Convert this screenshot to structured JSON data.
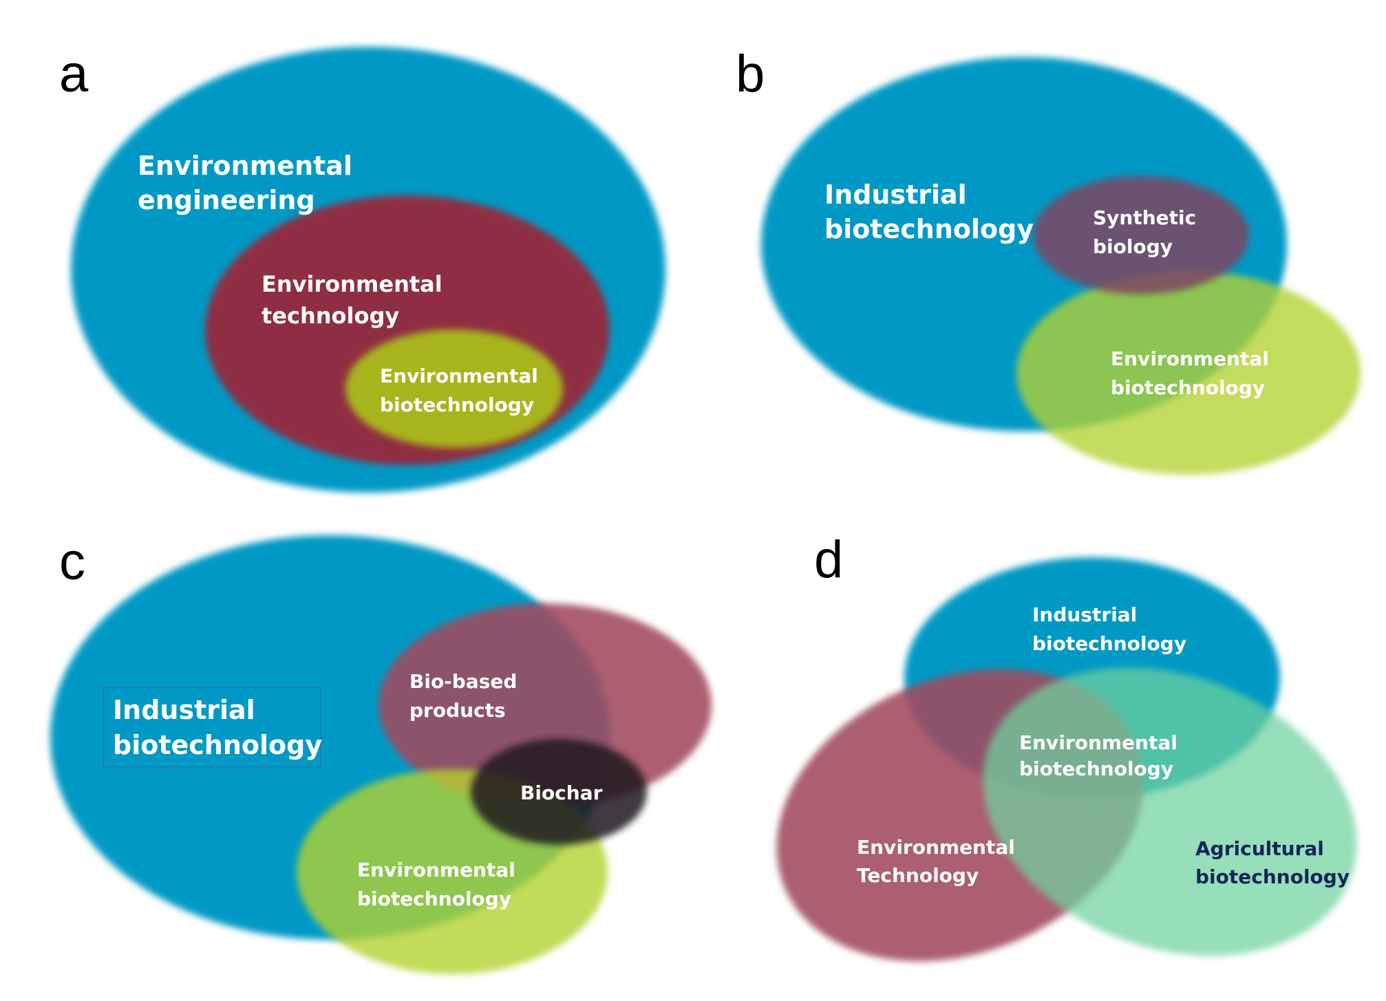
{
  "colors": {
    "blue": "#0099c5",
    "crimson": "#8f2d43",
    "olive_green": "#a8b41a",
    "lime": "#b3d230",
    "rose": "#a14a5e",
    "plum": "#7d4660",
    "charcoal": "#1d1b1d",
    "mint": "#6fd29c",
    "label_white": "#ffffff",
    "label_navy": "#12245c"
  },
  "panels": {
    "a": {
      "letter": "a",
      "outer_label": [
        "Environmental",
        "engineering"
      ],
      "middle_label": [
        "Environmental",
        "technology"
      ],
      "inner_label": [
        "Environmental",
        "biotechnology"
      ]
    },
    "b": {
      "letter": "b",
      "main_label": [
        "Industrial",
        "biotechnology"
      ],
      "synbio_label": [
        "Synthetic",
        "biology"
      ],
      "envbio_label": [
        "Environmental",
        "biotechnology"
      ]
    },
    "c": {
      "letter": "c",
      "main_label": [
        "Industrial",
        "biotechnology"
      ],
      "biobased_label": [
        "Bio-based",
        "products"
      ],
      "biochar_label": "Biochar",
      "envbio_label": [
        "Environmental",
        "biotechnology"
      ]
    },
    "d": {
      "letter": "d",
      "industrial_label": [
        "Industrial",
        "biotechnology"
      ],
      "center_label": [
        "Environmental",
        "biotechnology"
      ],
      "envtech_label": [
        "Environmental",
        "Technology"
      ],
      "agri_label": [
        "Agricultural",
        "biotechnology"
      ]
    }
  }
}
